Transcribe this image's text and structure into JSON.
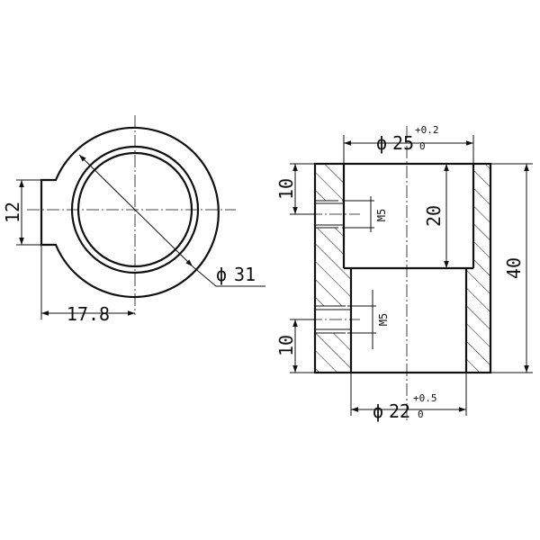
{
  "front_view": {
    "dim_12": "12",
    "dim_17_8": "17.8",
    "dim_phi31_symbol": "ϕ",
    "dim_phi31_value": "31"
  },
  "section_view": {
    "dim_phi25_symbol": "ϕ",
    "dim_phi25_value": "25",
    "dim_phi25_tol_upper": "+0.2",
    "dim_phi25_tol_lower": "0",
    "dim_phi22_symbol": "ϕ",
    "dim_phi22_value": "22",
    "dim_phi22_tol_upper": "+0.5",
    "dim_phi22_tol_lower": "0",
    "dim_10_top": "10",
    "dim_10_bottom": "10",
    "dim_20": "20",
    "dim_40": "40",
    "thread_top": "M5",
    "thread_bottom": "M5"
  }
}
